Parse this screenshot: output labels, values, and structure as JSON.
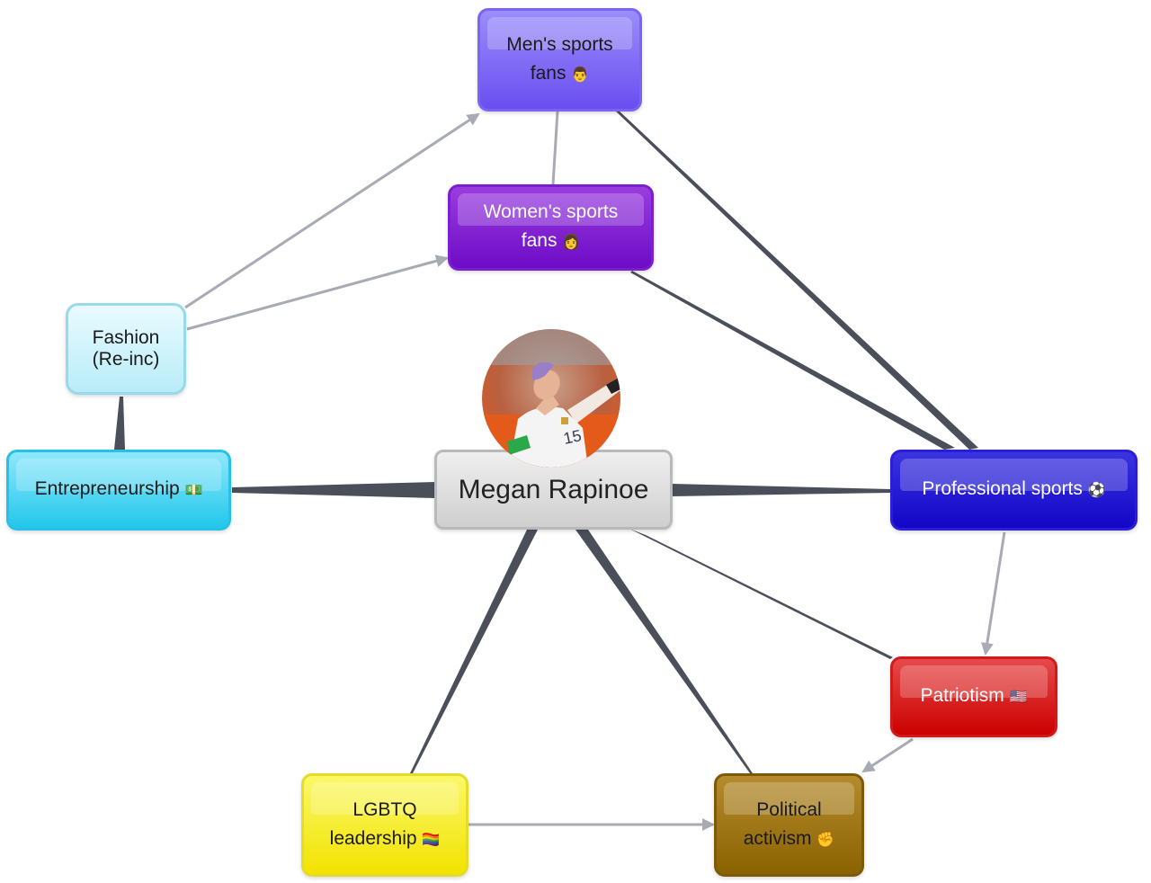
{
  "diagram": {
    "center": {
      "label": "Megan Rapinoe"
    },
    "nodes": [
      {
        "id": "mens",
        "label": "Men's sports\nfans",
        "emoji": "👨",
        "bg_top": "#9b8dfb",
        "bg_bottom": "#6a4ef0",
        "border": "#7b63f3",
        "color": "#1a1a1a"
      },
      {
        "id": "womens",
        "label": "Women's sports\nfans",
        "emoji": "👩",
        "bg_top": "#9a3ddf",
        "bg_bottom": "#6d0bc6",
        "border": "#7a1fd0",
        "color": "#ffffff"
      },
      {
        "id": "fashion",
        "label": "Fashion\n(Re-inc)",
        "emoji": "",
        "bg_top": "#eafbff",
        "bg_bottom": "#b8ecf8",
        "border": "#98d9ea",
        "color": "#1a1a1a"
      },
      {
        "id": "entre",
        "label": "Entrepreneurship",
        "emoji": "💵",
        "bg_top": "#8fe8fb",
        "bg_bottom": "#22c7ec",
        "border": "#28c0e6",
        "color": "#1a1a1a"
      },
      {
        "id": "pro",
        "label": "Professional sports",
        "emoji": "⚽",
        "bg_top": "#3a34e0",
        "bg_bottom": "#1306c6",
        "border": "#2a1fd6",
        "color": "#ffffff"
      },
      {
        "id": "patriot",
        "label": "Patriotism",
        "emoji": "🇺🇸",
        "bg_top": "#e64a4a",
        "bg_bottom": "#cc0000",
        "border": "#d11a1a",
        "color": "#ffffff"
      },
      {
        "id": "lgbtq",
        "label": "LGBTQ\nleadership",
        "emoji": "🏳️‍🌈",
        "bg_top": "#fbf86a",
        "bg_bottom": "#f2e300",
        "border": "#e6db26",
        "color": "#1a1a1a"
      },
      {
        "id": "political",
        "label": "Political\nactivism",
        "emoji": "✊",
        "bg_top": "#b48c2e",
        "bg_bottom": "#8a6200",
        "border": "#7d5a08",
        "color": "#1a1a1a"
      }
    ],
    "edge_colors": {
      "dark": "#4b4f5a",
      "light": "#a8abb4"
    }
  }
}
